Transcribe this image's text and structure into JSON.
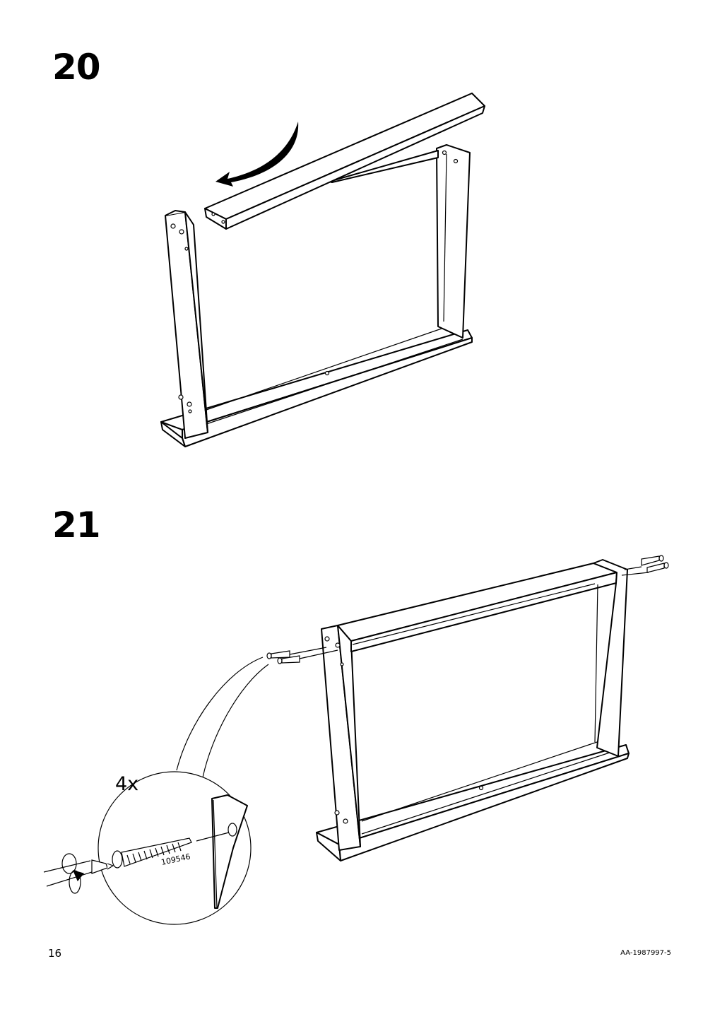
{
  "steps": [
    {
      "number": "20"
    },
    {
      "number": "21",
      "quantity": "4x",
      "part_number": "109546"
    }
  ],
  "footer": {
    "page_number": "16",
    "document_code": "AA-1987997-5"
  }
}
